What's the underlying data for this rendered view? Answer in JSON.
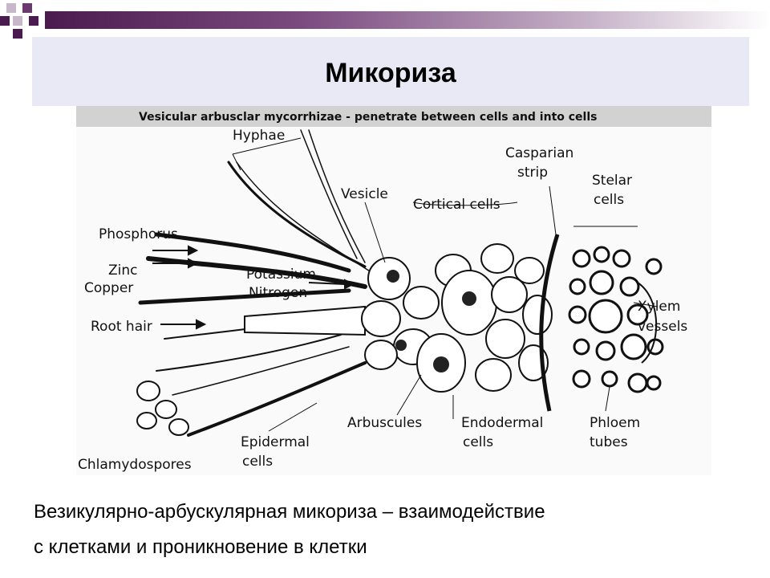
{
  "slide": {
    "title": "Микориза",
    "caption_line1": "Везикулярно-арбускулярная микориза – взаимодействие",
    "caption_line2": "с клетками и проникновение в клетки"
  },
  "figure": {
    "header": "Vesicular arbusclar mycorrhizae - penetrate between cells and into cells",
    "labels": {
      "hyphae": "Hyphae",
      "casparian1": "Casparian",
      "casparian2": "strip",
      "stelar1": "Stelar",
      "stelar2": "cells",
      "vesicle": "Vesicle",
      "cortical": "Cortical cells",
      "phosphorus": "Phosphorus",
      "zinc": "Zinc",
      "copper": "Copper",
      "potassium": "Potassium",
      "nitrogen": "Nitrogen",
      "root_hair": "Root hair",
      "xylem1": "Xylem",
      "xylem2": "vessels",
      "arbuscules": "Arbuscules",
      "endodermal1": "Endodermal",
      "endodermal2": "cells",
      "phloem1": "Phloem",
      "phloem2": "tubes",
      "epidermal1": "Epidermal",
      "epidermal2": "cells",
      "chlamydospores": "Chlamydospores"
    }
  },
  "colors": {
    "accent_dark": "#4b1a4f",
    "title_band": "#e9e9f5"
  }
}
